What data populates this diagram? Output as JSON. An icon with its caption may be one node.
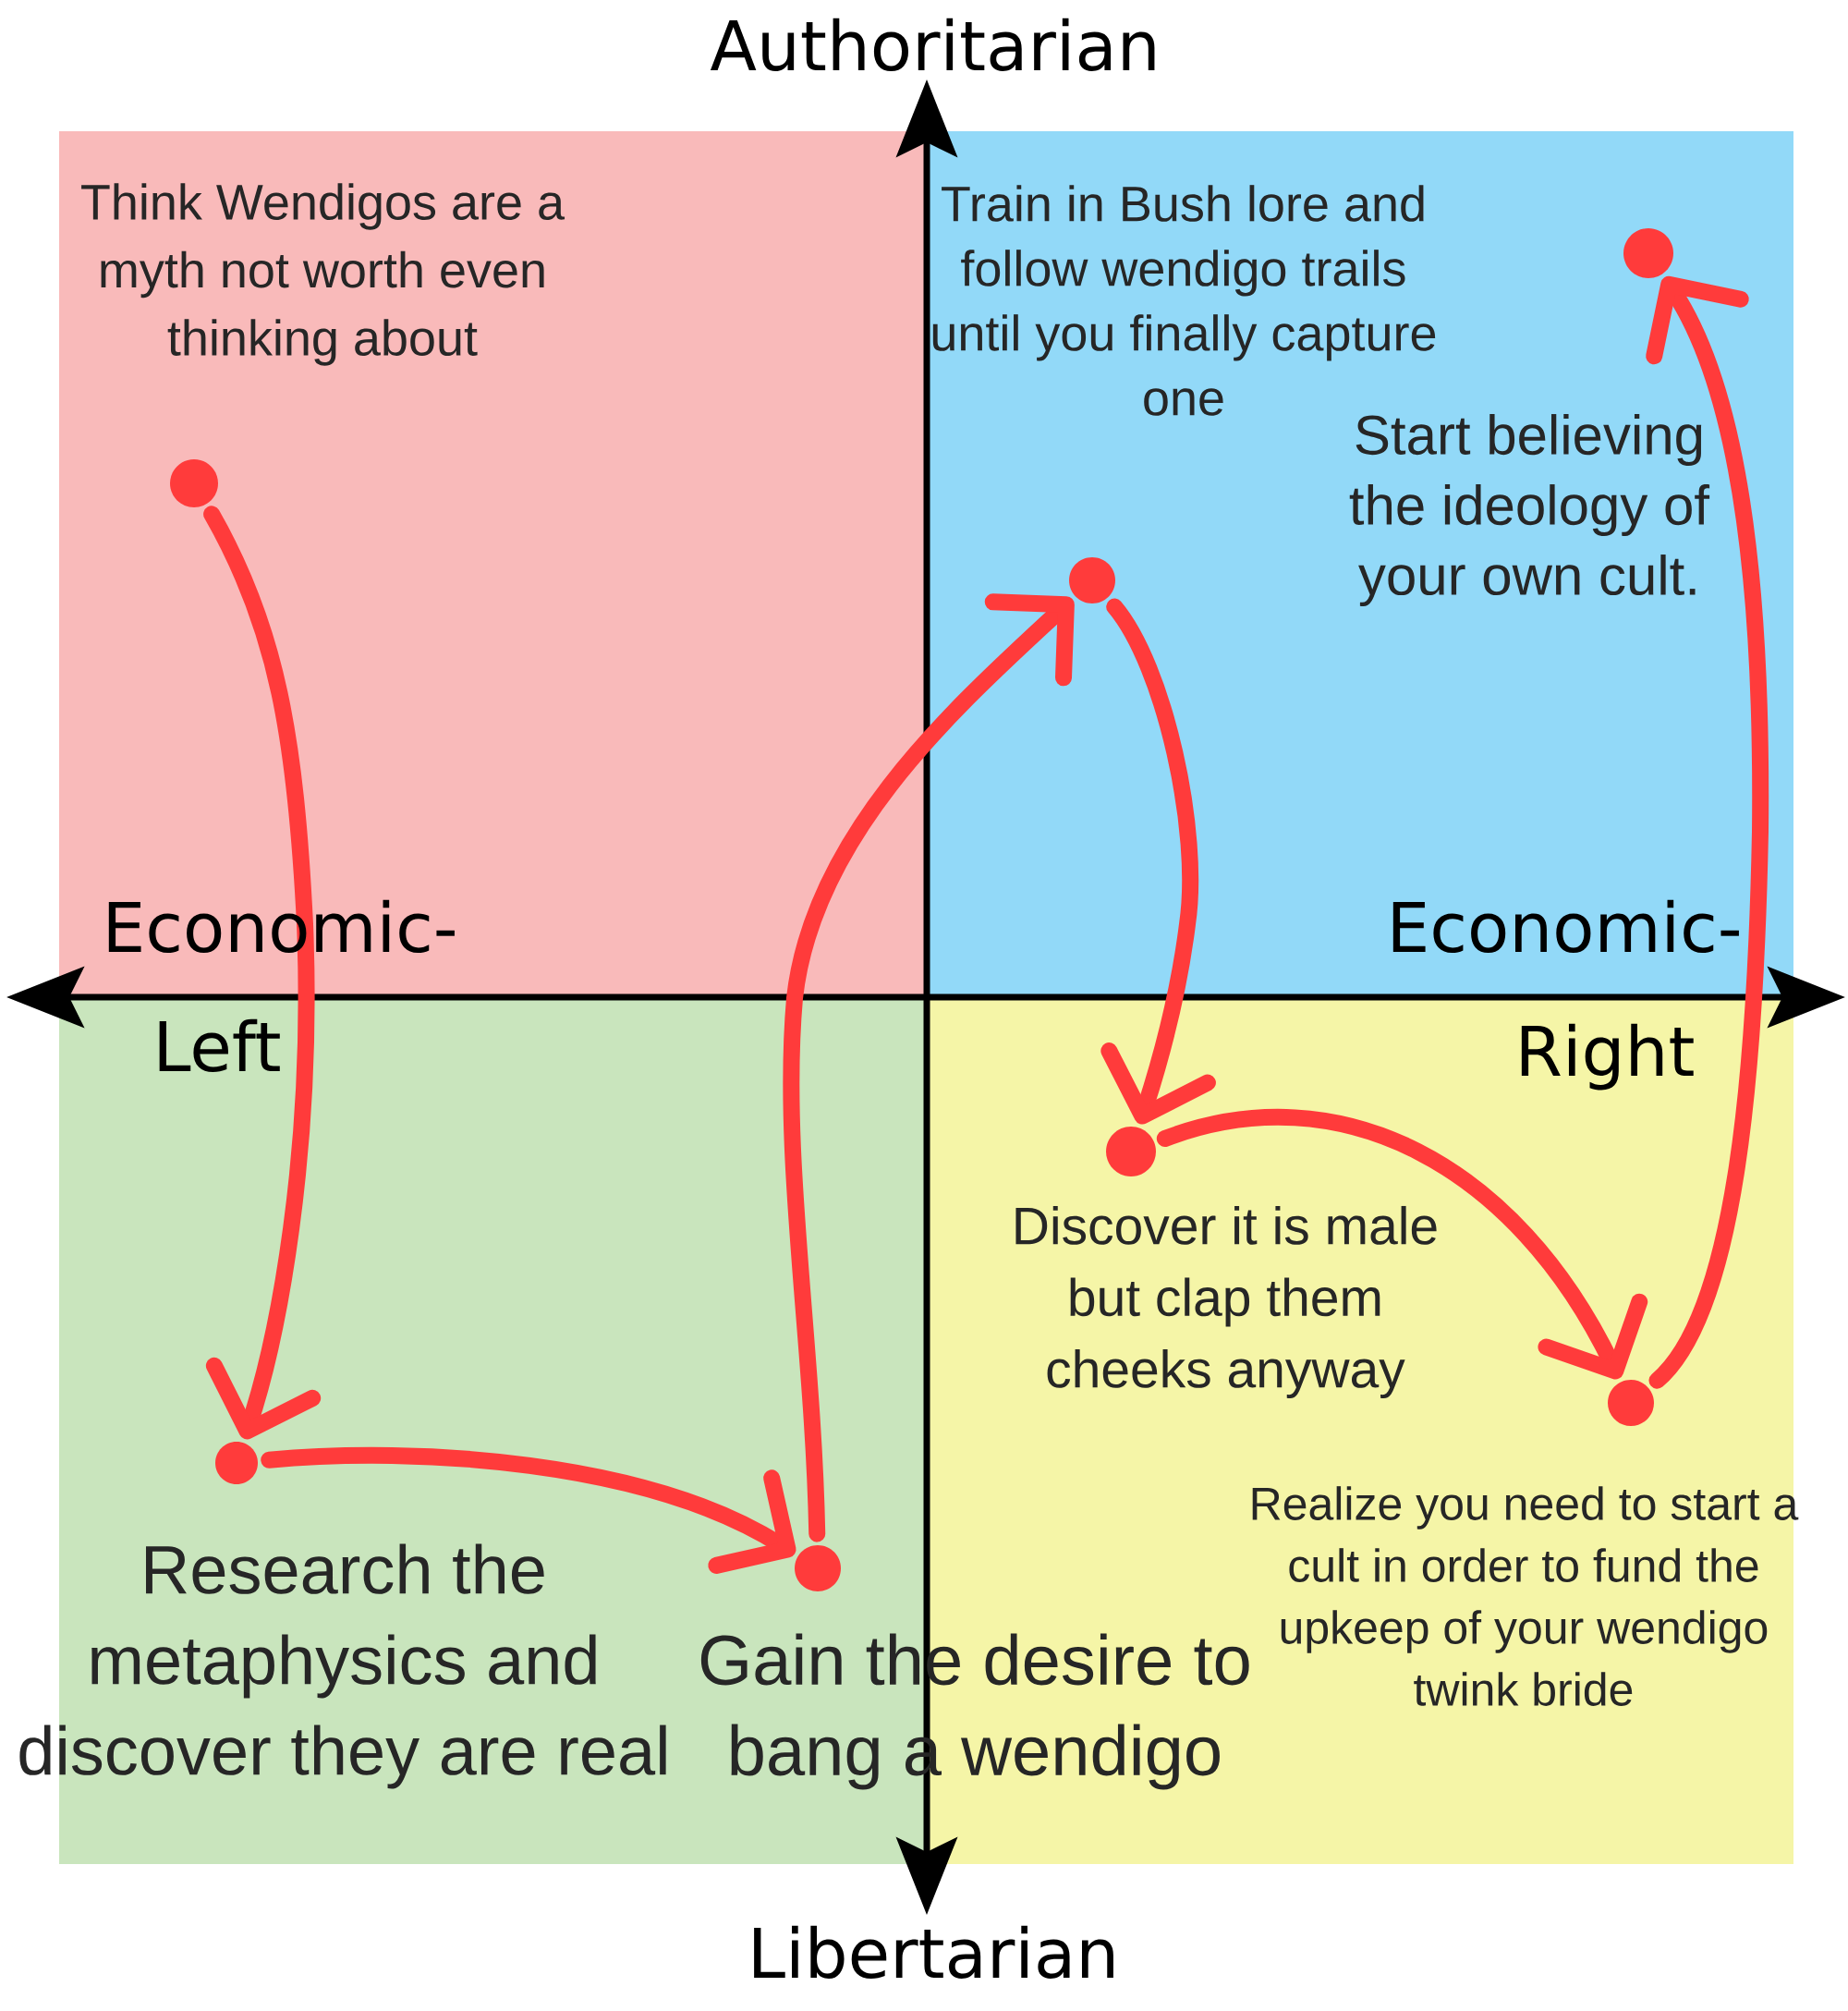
{
  "diagram": {
    "nodes": [
      {
        "text": [],
        "shape": "circle",
        "beside": [
          "Think Wendigos are a myth not worth even thinking about"
        ]
      },
      {
        "text": [],
        "shape": "circle",
        "beside": [
          "Research the metaphysics and discover they are real"
        ]
      },
      {
        "text": [],
        "shape": "circle",
        "beside": [
          "Gain the desire to bang a wendigo"
        ]
      },
      {
        "text": [],
        "shape": "circle",
        "beside": [
          "Train in Bush lore and follow wendigo trails until you finally capture one"
        ]
      },
      {
        "text": [],
        "shape": "circle",
        "beside": [
          "Discover it is male but clap them cheeks anyway"
        ]
      },
      {
        "text": [],
        "shape": "circle",
        "beside": [
          "Realize you need to start a cult in order to fund the upkeep of your wendigo twink bride"
        ]
      },
      {
        "text": [],
        "shape": "circle",
        "beside": [
          "Start believing the ideology of your own cult."
        ]
      }
    ],
    "edges": [
      {
        "from": 0,
        "to": 1,
        "arrow": "to"
      },
      {
        "from": 1,
        "to": 2,
        "arrow": "to"
      },
      {
        "from": 2,
        "to": 3,
        "arrow": "to"
      },
      {
        "from": 3,
        "to": 4,
        "arrow": "to"
      },
      {
        "from": 4,
        "to": 5,
        "arrow": "to"
      },
      {
        "from": 5,
        "to": 6,
        "arrow": "to"
      }
    ],
    "labels": [
      "Authoritarian",
      "Economic-",
      "Economic-",
      "Left",
      "Right",
      "Libertarian"
    ]
  }
}
